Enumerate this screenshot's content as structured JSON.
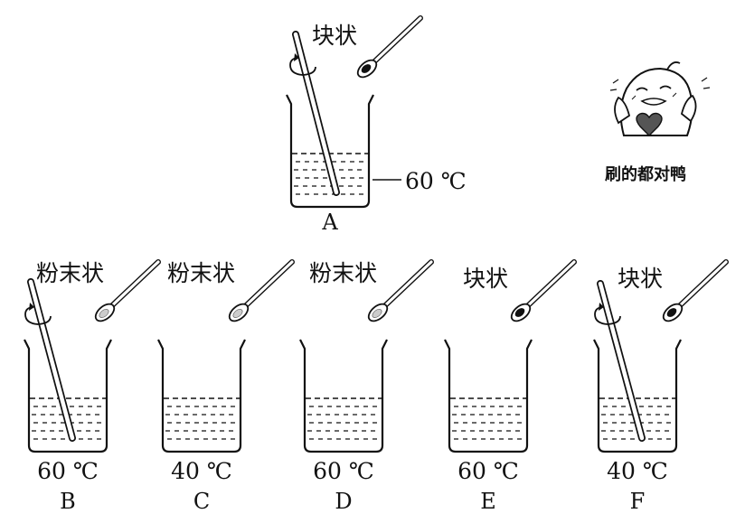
{
  "experiments": [
    {
      "id": "A",
      "form": "块状",
      "temperature": "60 ℃",
      "stirred": true
    },
    {
      "id": "B",
      "form": "粉末状",
      "temperature": "60 ℃",
      "stirred": true
    },
    {
      "id": "C",
      "form": "粉末状",
      "temperature": "40 ℃",
      "stirred": false
    },
    {
      "id": "D",
      "form": "粉末状",
      "temperature": "60 ℃",
      "stirred": false
    },
    {
      "id": "E",
      "form": "块状",
      "temperature": "60 ℃",
      "stirred": false
    },
    {
      "id": "F",
      "form": "块状",
      "temperature": "40 ℃",
      "stirred": true
    }
  ],
  "sticker": {
    "caption": "刷的都对鸭"
  }
}
